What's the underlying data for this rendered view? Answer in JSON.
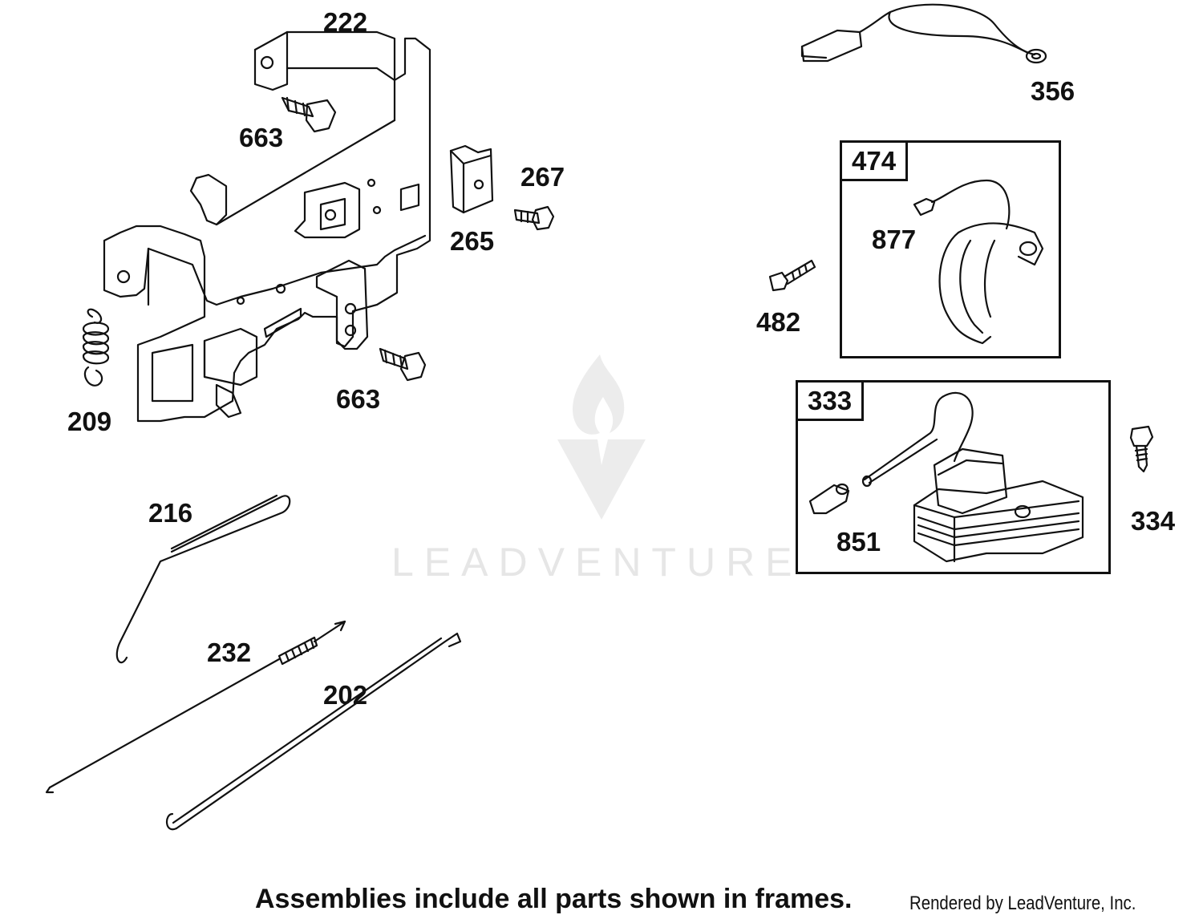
{
  "watermark": {
    "text": "LEADVENTURE"
  },
  "parts": {
    "p222": "222",
    "p663a": "663",
    "p267": "267",
    "p265": "265",
    "p663b": "663",
    "p209": "209",
    "p216": "216",
    "p232": "232",
    "p202": "202",
    "p356": "356",
    "p877": "877",
    "p482": "482",
    "p851": "851",
    "p334": "334"
  },
  "frames": {
    "f474": "474",
    "f333": "333"
  },
  "footer": {
    "note": "Assemblies include all parts shown in frames.",
    "credit": "Rendered by LeadVenture, Inc."
  }
}
